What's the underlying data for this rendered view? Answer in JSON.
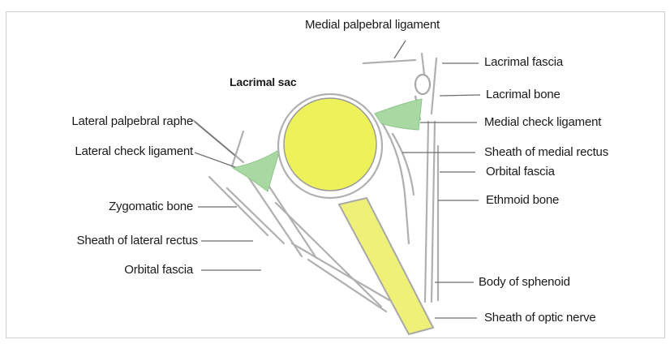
{
  "labels": {
    "medial_palpebral_ligament": "Medial palpebral ligament",
    "lacrimal_sac": "Lacrimal sac",
    "lacrimal_fascia": "Lacrimal fascia",
    "lacrimal_bone": "Lacrimal bone",
    "lateral_palpebral_raphe": "Lateral palpebral raphe",
    "medial_check_ligament": "Medial check ligament",
    "lateral_check_ligament": "Lateral check ligament",
    "sheath_of_medial_rectus": "Sheath of medial rectus",
    "orbital_fascia_right": "Orbital fascia",
    "zygomatic_bone": "Zygomatic bone",
    "ethmoid_bone": "Ethmoid bone",
    "sheath_of_lateral_rectus": "Sheath of lateral rectus",
    "orbital_fascia_left": "Orbital fascia",
    "body_of_sphenoid": "Body of sphenoid",
    "sheath_of_optic_nerve": "Sheath of optic nerve"
  },
  "colors": {
    "eyeball": "#eef25a",
    "optic_nerve": "#eef078",
    "ligament": "#a9d9a2",
    "structure_stroke": "#a8a8a8",
    "leader_line": "#6e6e6e"
  }
}
